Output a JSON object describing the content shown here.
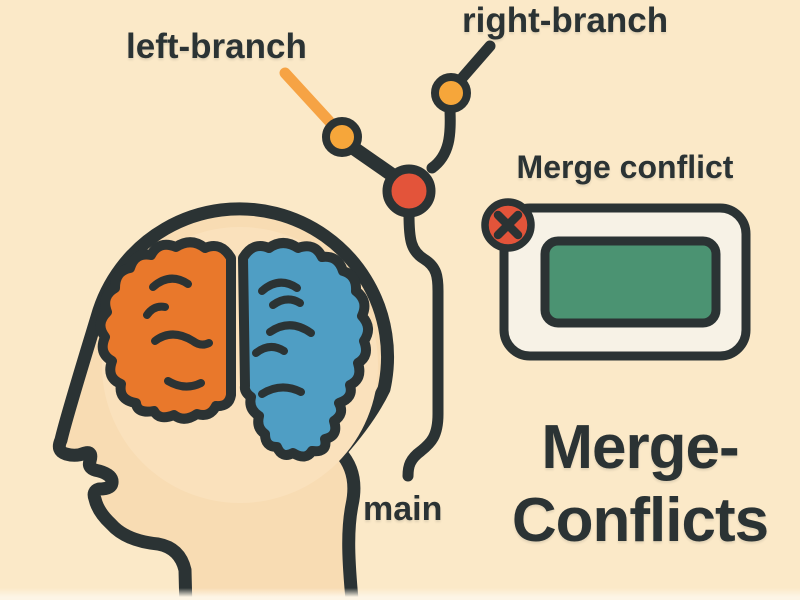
{
  "background": {
    "color": "#fbe9c8",
    "bottom_fade": "#fdf5e6"
  },
  "colors": {
    "cream_bg": "#fbe9c8",
    "ink": "#2b3334",
    "skin": "#f8dcb3",
    "skull_interior": "#fae1bc",
    "brain_orange": "#e9782b",
    "brain_blue": "#4f9ec4",
    "commit_yellow": "#f6a63a",
    "branch_orange": "#f6a344",
    "conflict_red": "#e3543a",
    "card_fill": "#f7f2e6",
    "screen_green": "#4b9372",
    "bottom_fade": "#fdf5e6"
  },
  "labels": {
    "left_branch": "left-branch",
    "right_branch": "right-branch",
    "merge_conflict_caption": "Merge conflict",
    "main_branch": "main",
    "title_line1": "Merge-",
    "title_line2": "Conflicts"
  },
  "icons": {
    "error_badge": "x-circle-icon",
    "left_commit": "commit-dot-icon",
    "right_commit": "commit-dot-icon",
    "merge_commit": "merge-commit-dot-icon"
  }
}
